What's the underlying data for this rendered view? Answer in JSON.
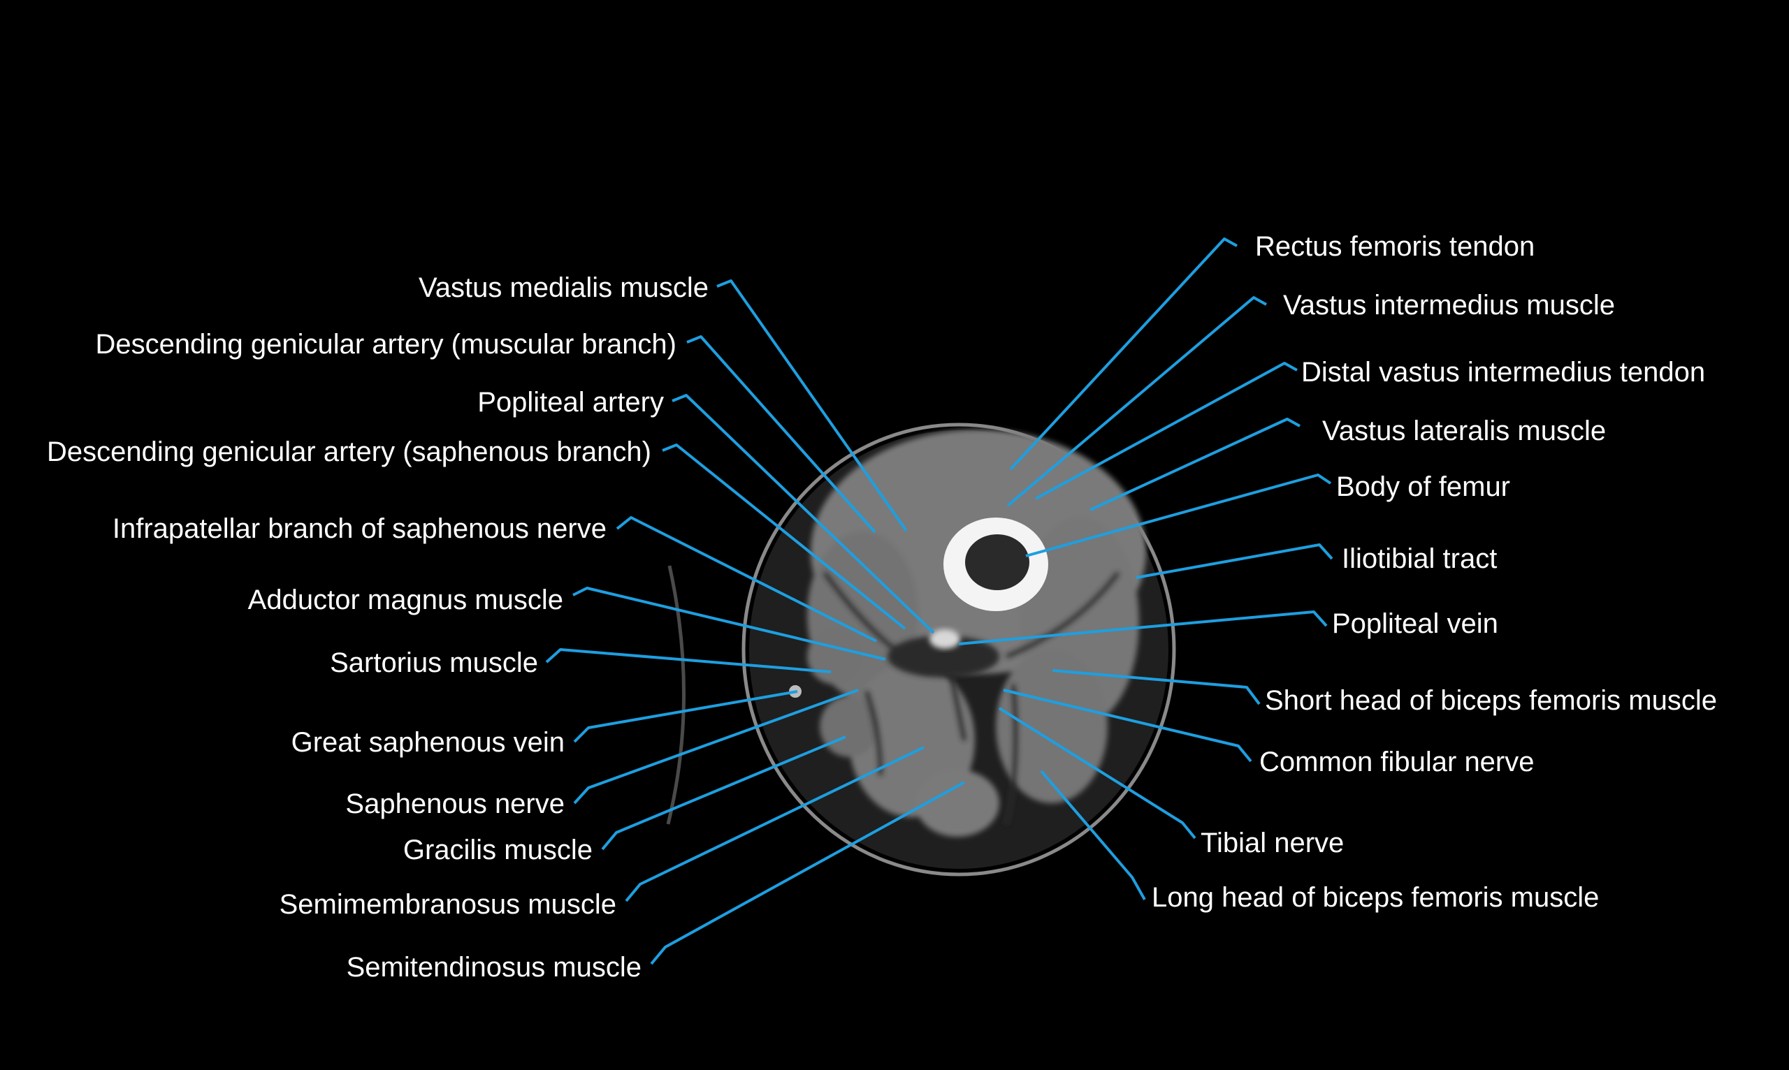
{
  "colors": {
    "background": "#000000",
    "leader_line": "#1e9fe0",
    "label_text": "#ffffff",
    "tissue_muscle": "#7d7d7d",
    "tissue_fat": "#242424",
    "cortical_bone": "#f2f2f2",
    "bone_marrow": "#2a2a2a"
  },
  "labels_left": [
    {
      "id": "vastus-medialis-muscle",
      "text": "Vastus medialis muscle"
    },
    {
      "id": "descending-genicular-artery-muscular-branch",
      "text": "Descending genicular artery (muscular branch)"
    },
    {
      "id": "popliteal-artery",
      "text": "Popliteal artery"
    },
    {
      "id": "descending-genicular-artery-saphenous-branch",
      "text": "Descending genicular artery (saphenous  branch)"
    },
    {
      "id": "infrapatellar-branch-of-saphenous-nerve",
      "text": "Infrapatellar branch of saphenous nerve"
    },
    {
      "id": "adductor-magnus-muscle",
      "text": "Adductor magnus muscle"
    },
    {
      "id": "sartorius-muscle",
      "text": "Sartorius muscle"
    },
    {
      "id": "great-saphenous-vein",
      "text": "Great saphenous vein"
    },
    {
      "id": "saphenous-nerve",
      "text": "Saphenous nerve"
    },
    {
      "id": "gracilis-muscle",
      "text": "Gracilis muscle"
    },
    {
      "id": "semimembranosus-muscle",
      "text": "Semimembranosus muscle"
    },
    {
      "id": "semitendinosus-muscle",
      "text": "Semitendinosus muscle"
    }
  ],
  "labels_right": [
    {
      "id": "rectus-femoris-tendon",
      "text": "Rectus femoris tendon"
    },
    {
      "id": "vastus-intermedius-muscle",
      "text": "Vastus intermedius muscle"
    },
    {
      "id": "distal-vastus-intermedius-tendon",
      "text": "Distal vastus intermedius tendon"
    },
    {
      "id": "vastus-lateralis-muscle",
      "text": "Vastus lateralis muscle"
    },
    {
      "id": "body-of-femur",
      "text": "Body of femur"
    },
    {
      "id": "iliotibial-tract",
      "text": "Iliotibial tract"
    },
    {
      "id": "popliteal-vein",
      "text": "Popliteal vein"
    },
    {
      "id": "short-head-of-biceps-femoris-muscle",
      "text": "Short head of biceps femoris muscle"
    },
    {
      "id": "common-fibular-nerve",
      "text": "Common fibular nerve"
    },
    {
      "id": "tibial-nerve",
      "text": "Tibial nerve"
    },
    {
      "id": "long-head-of-biceps-femoris-muscle",
      "text": "Long head of biceps femoris muscle"
    }
  ]
}
